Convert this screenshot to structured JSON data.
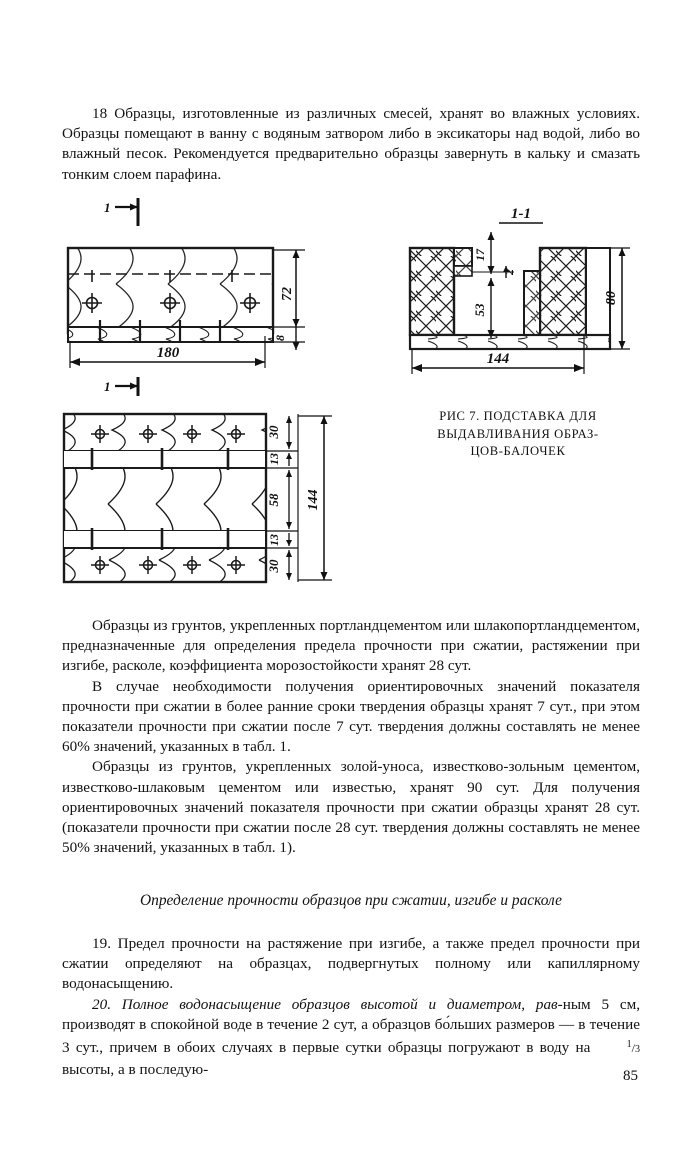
{
  "document": {
    "page_number": "85",
    "language": "ru"
  },
  "paragraphs": {
    "intro": "18 Образцы, изготовленные из различных смесей, хранят во влажных условиях. Образцы помещают в ванну с водяным затвором либо в эксикаторы над водой, либо во влажный песок. Рекомендуется предварительно образцы завернуть в кальку и смазать тонким слоем парафина.",
    "mid_1": "Образцы из грунтов, укрепленных портландцементом или шлакопортландцементом, предназначенные для определения предела прочности при сжатии, растяжении при изгибе, расколе, коэффициента морозостойкости хранят 28 сут.",
    "mid_2": "В случае необходимости получения ориентировочных значений показателя прочности при сжатии в более ранние сроки твердения образцы хранят 7 сут., при этом показатели прочности при сжатии после 7 сут. твердения должны составлять не менее 60% значений, указанных в табл. 1.",
    "mid_3": "Образцы из грунтов, укрепленных золой-уноса, известково-зольным цементом, известково-шлаковым цементом или известью, хранят 90 сут. Для получения ориентировочных значений показателя прочности при сжатии образцы хранят 28 сут. (показатели прочности при сжатии после 28 сут. твердения должны составлять не менее 50% значений, указанных в табл. 1).",
    "item_19": "19. Предел прочности на растяжение при изгибе, а также предел прочности при сжатии определяют на образцах, подвергнутых полному или капиллярному водонасыщению.",
    "item_20_italic": "20. Полное водонасыщение образцов высотой и диаметром, рав-",
    "item_20_rest_a": "ным 5 см, производят в спокойной  воде в течение 2 сут, а образцов бо́льших размеров — в течение 3 сут., причем в обоих случаях в первые сутки образцы погружают в воду на ",
    "item_20_frac_num": "1",
    "item_20_frac_den": "3",
    "item_20_rest_b": " высоты, а в последую-"
  },
  "section_heading": "Определение прочности образцов при сжатии, изгибе и расколе",
  "figure": {
    "caption_line_1": "РИС 7.  ПОДСТАВКА ДЛЯ",
    "caption_line_2": "ВЫДАВЛИВАНИЯ  ОБРАЗ-",
    "caption_line_3": "ЦОВ-БАЛОЧЕК",
    "plan_view_top": {
      "name": "plan-view-top",
      "section_mark_top": "1",
      "section_mark_bottom": "1",
      "dim_length": "180",
      "dim_height": "72",
      "dim_plate": "8"
    },
    "section_view": {
      "name": "section-view-1-1",
      "title": "1-1",
      "dim_top_gap": "17",
      "dim_slot": "2",
      "dim_inner_height": "53",
      "dim_total_height": "80",
      "dim_width": "144"
    },
    "plan_view_bottom": {
      "name": "plan-view-bottom",
      "dim_a": "30",
      "dim_b": "13",
      "dim_c": "58",
      "dim_d": "13",
      "dim_e": "30",
      "dim_total": "144"
    }
  }
}
